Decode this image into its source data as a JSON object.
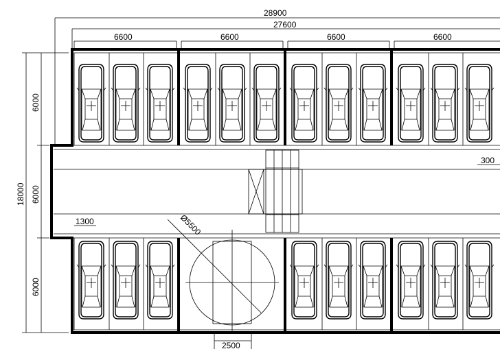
{
  "dimensions": {
    "total_width": "28900",
    "inner_width": "27600",
    "bay_widths": [
      "6600",
      "6600",
      "6600",
      "6600"
    ],
    "total_height": "18000",
    "row_heights": [
      "6000",
      "6000",
      "6000"
    ],
    "aisle_offset": "300",
    "side_offset": "1300",
    "turntable_diameter": "Ø5500",
    "turntable_width": "2500"
  },
  "bays": {
    "top": [
      {
        "cars": 3
      },
      {
        "cars": 3
      },
      {
        "cars": 3
      },
      {
        "cars": 3
      }
    ],
    "bottom": [
      {
        "cars": 3
      },
      {
        "cars": 0,
        "turntable": true
      },
      {
        "cars": 3
      },
      {
        "cars": 3
      }
    ]
  }
}
